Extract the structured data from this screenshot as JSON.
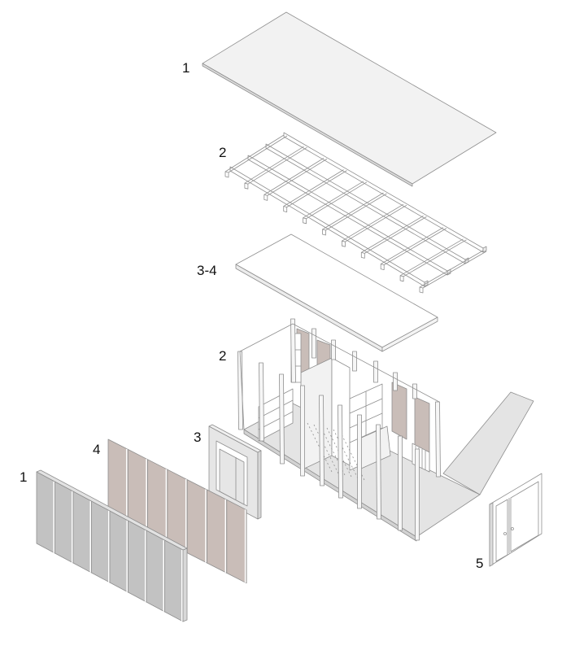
{
  "labels": {
    "roof_panel": "1",
    "roof_frame": "2",
    "ceiling_panel": "3-4",
    "structure": "2",
    "interior_wall": "3",
    "finish_panels": "4",
    "cladding": "1",
    "door": "5"
  },
  "colors": {
    "stroke": "#8f8f8f",
    "light_fill": "#f2f2f2",
    "white_fill": "#ffffff",
    "floor_fill": "#e4e4e4",
    "cladding_fill": "#c2c2c2",
    "cladding_side": "#d8d8d8",
    "finish_fill": "#c9bdb8",
    "wall_grey": "#e6e6e6",
    "text": "#111111"
  }
}
